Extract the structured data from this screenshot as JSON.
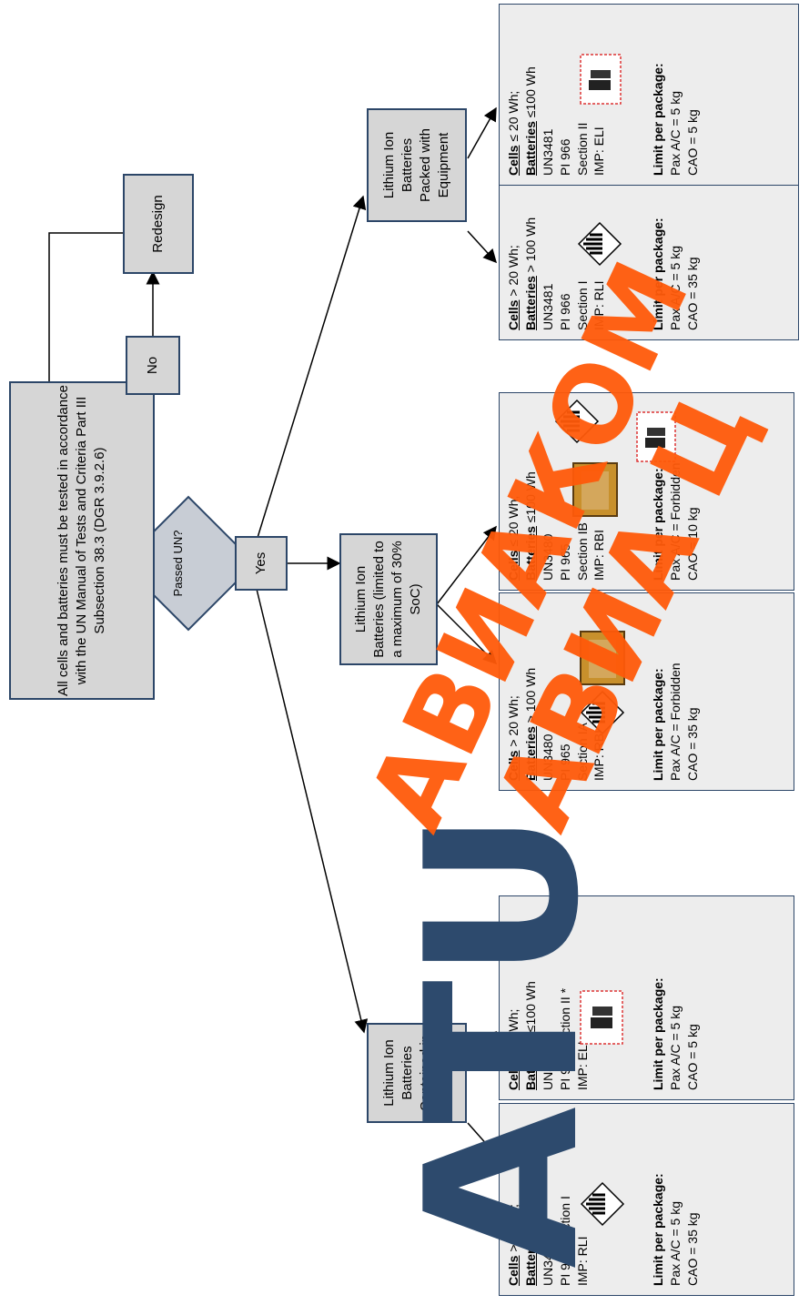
{
  "flow": {
    "top_box": "All cells and batteries must be tested in accordance with the UN Manual of Tests and Criteria Part III Subsection 38.3 (DGR 3.9.2.6)",
    "decision": "Passed UN?",
    "no_label": "No",
    "redesign_label": "Redesign",
    "yes_label": "Yes",
    "branch_contained": "Lithium Ion Batteries Contained in Equipment",
    "branch_alone": "Lithium Ion Batteries (limited to a maximum of 30% SoC)",
    "branch_packed": "Lithium Ion Batteries Packed with Equipment"
  },
  "leaves": [
    {
      "cells": "Cells",
      "cells_rest": " >20 Wh;",
      "batteries": "Batteries",
      "batteries_rest": " > 100 Wh",
      "lines": [
        "UN3481",
        "PI 967 Section I",
        "IMP: RLI"
      ],
      "limit_title": "Limit per package:",
      "limit_lines": [
        "Pax A/C = 5 kg",
        "CAO = 35 kg"
      ]
    },
    {
      "cells": "Cells",
      "cells_rest": " ≤20 Wh;",
      "batteries": "Batteries",
      "batteries_rest": " ≤100 Wh",
      "lines": [
        "UN3481",
        "PI 967 Section II *",
        "IMP: ELI"
      ],
      "limit_title": "Limit per package:",
      "limit_lines": [
        "Pax A/C = 5 kg",
        "CAO = 5 kg"
      ]
    },
    {
      "cells": "Cells",
      "cells_rest": " > 20 Wh;",
      "batteries": "Batteries",
      "batteries_rest": " > 100 Wh",
      "lines": [
        "UN3480",
        "PI 965",
        "Section IA",
        "IMP: RBI"
      ],
      "limit_title": "Limit per package:",
      "limit_lines": [
        "Pax A/C = Forbidden",
        "CAO = 35 kg"
      ]
    },
    {
      "cells": "Cells",
      "cells_rest": " ≤ 20 Wh;",
      "batteries": "Batteries",
      "batteries_rest": " ≤100 Wh",
      "lines": [
        "UN3480",
        "PI 965",
        "Section IB",
        "IMP: RBI"
      ],
      "limit_title": "Limit per package:",
      "limit_lines": [
        "Pax A/C = Forbidden",
        "CAO = 10 kg"
      ]
    },
    {
      "cells": "Cells",
      "cells_rest": " > 20 Wh;",
      "batteries": "Batteries",
      "batteries_rest": " > 100 Wh",
      "lines": [
        "UN3481",
        "PI 966",
        "Section I",
        "IMP: RLI"
      ],
      "limit_title": "Limit per package:",
      "limit_lines": [
        "Pax A/C =  5 kg",
        "CAO = 35 kg"
      ]
    },
    {
      "cells": "Cells",
      "cells_rest": " ≤ 20 Wh;",
      "batteries": "Batteries",
      "batteries_rest": " ≤100 Wh",
      "lines": [
        "UN3481",
        "PI 966",
        "Section II",
        "IMP: ELI"
      ],
      "limit_title": "Limit per package:",
      "limit_lines": [
        "Pax A/C = 5 kg",
        "CAO = 5 kg"
      ]
    }
  ],
  "watermark": {
    "logo": "ATU",
    "text_1": "АВИАКОМ",
    "text_2": "АВИА Ц"
  },
  "colors": {
    "box_fill": "#d6d6d6",
    "box_border": "#2c4668",
    "leaf_fill": "#ededed",
    "watermark_orange": "#ff5a0a",
    "watermark_blue": "#2d4a6d"
  }
}
